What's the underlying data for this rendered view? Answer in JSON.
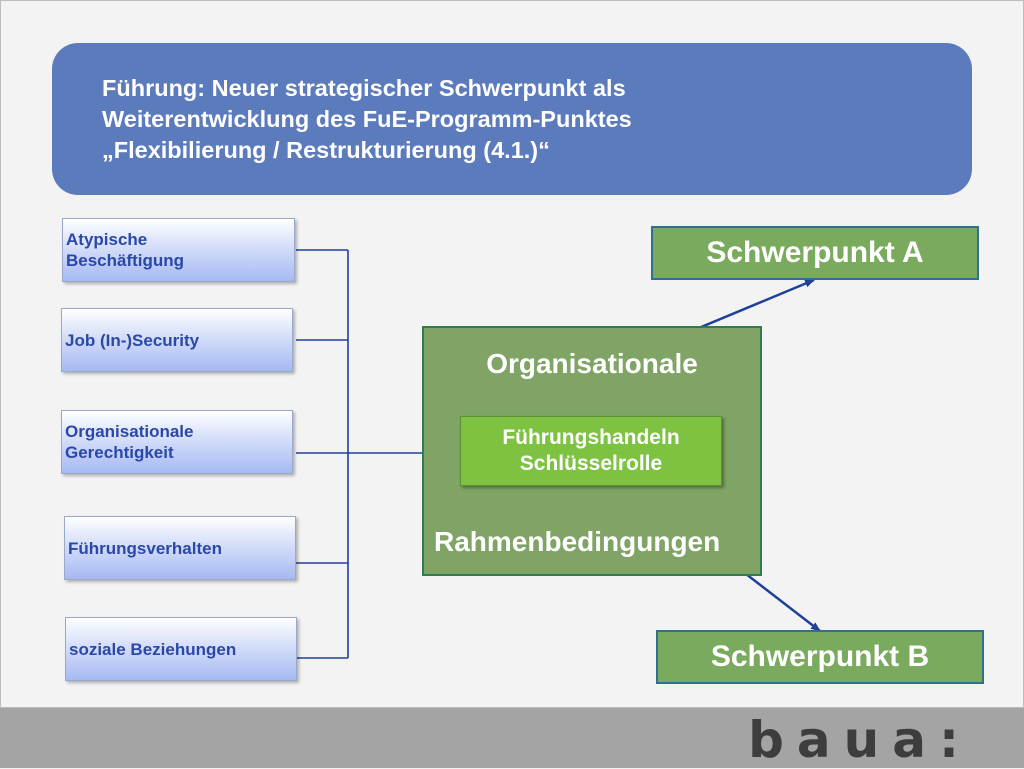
{
  "header": {
    "lines": [
      "Führung: Neuer strategischer Schwerpunkt  als",
      "Weiterentwicklung des FuE-Programm-Punktes",
      "„Flexibilierung / Restrukturierung (4.1.)“"
    ]
  },
  "factors": [
    "Atypische\nBeschäftigung",
    "Job (In-)Security",
    "Organisationale\nGerechtigkeit",
    "Führungsverhalten",
    "soziale Beziehungen"
  ],
  "center": {
    "top_label": "Organisationale",
    "bottom_label": "Rahmenbedingungen",
    "key_lines": [
      "Führungshandeln",
      "Schlüsselrolle"
    ]
  },
  "focus": {
    "a": "Schwerpunkt A",
    "b": "Schwerpunkt B"
  },
  "footer": {
    "logo": "baua:"
  },
  "colors": {
    "header": "#5b7bbd",
    "org_box": "#7fa466",
    "key_box": "#7ec242",
    "focus_box": "#7aaa5e",
    "arrow": "#1f3f99",
    "factor_text": "#2a48a8"
  }
}
